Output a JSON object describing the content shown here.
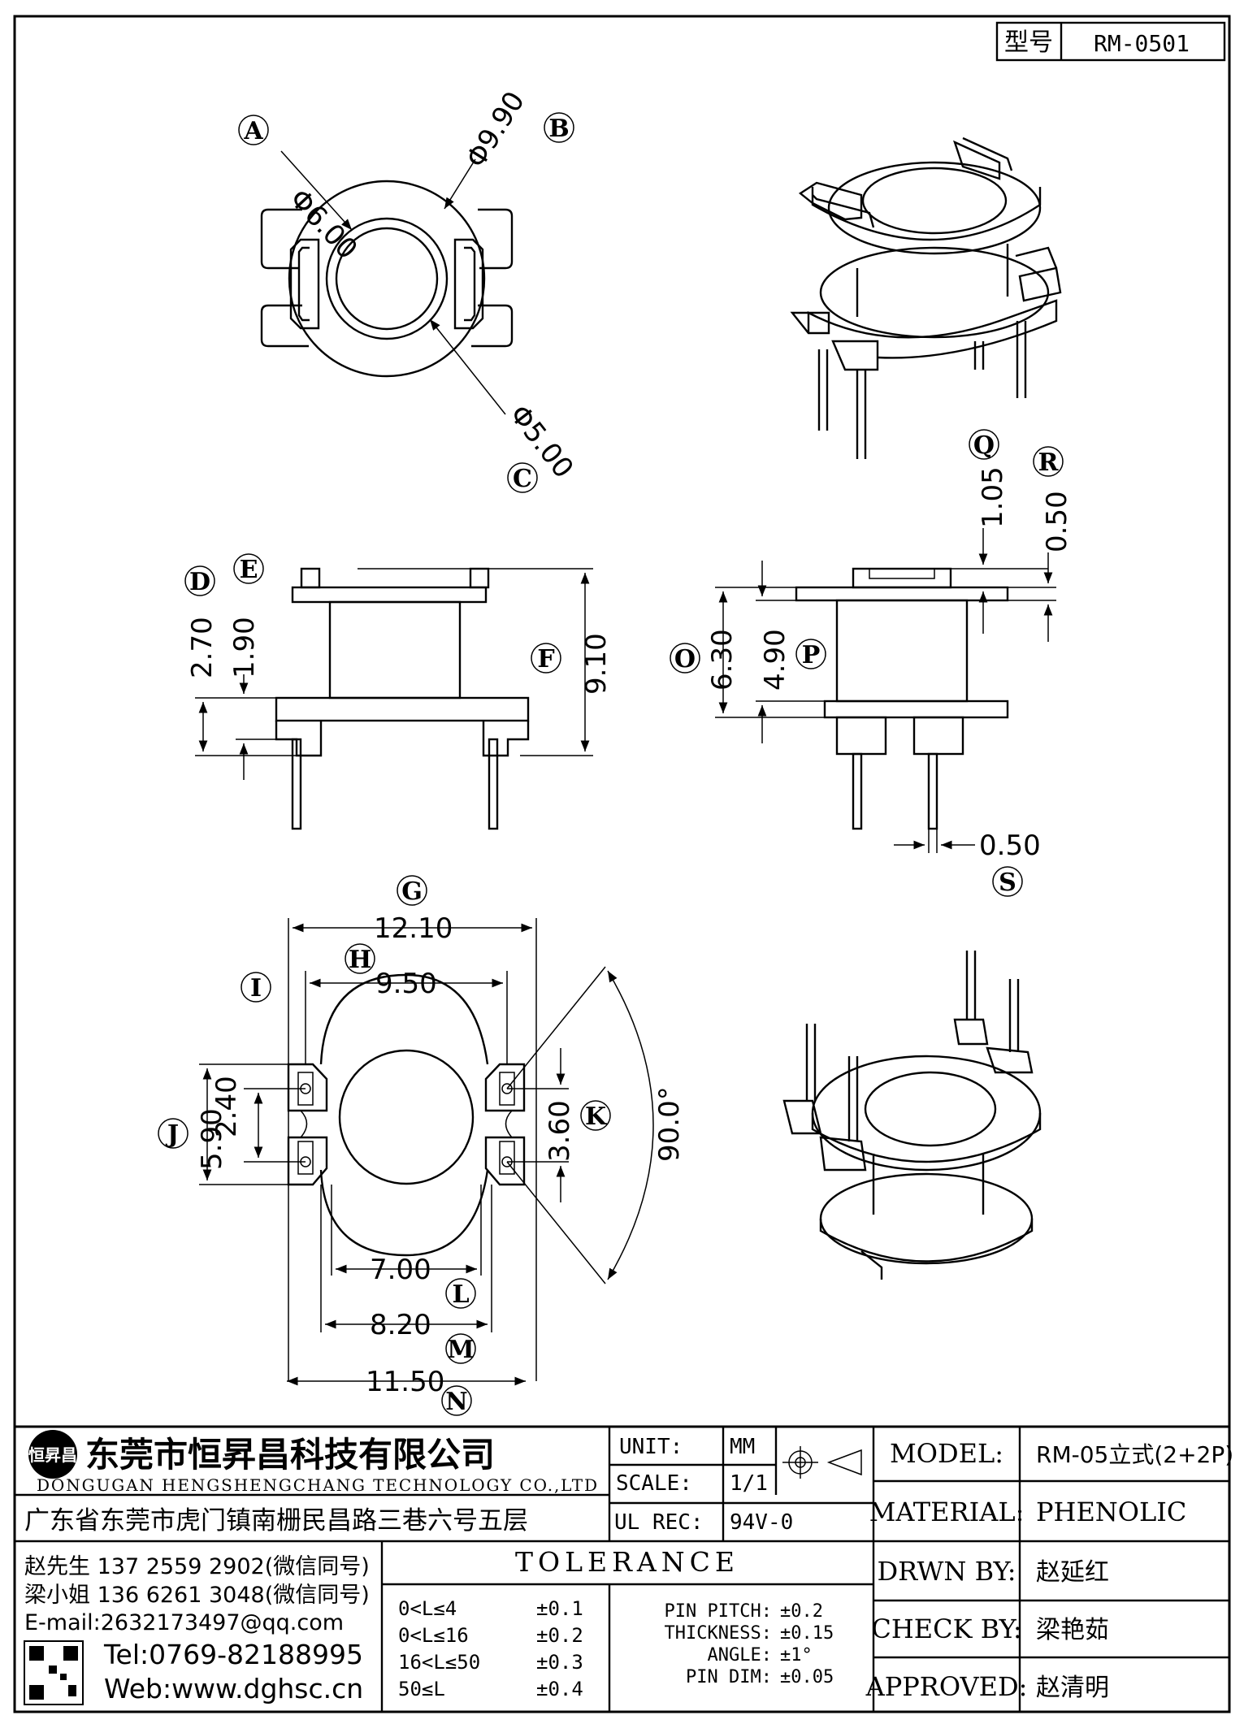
{
  "model_box": {
    "label": "型号",
    "value": "RM-0501"
  },
  "labels": {
    "A": "A",
    "B": "B",
    "C": "C",
    "D": "D",
    "E": "E",
    "F": "F",
    "G": "G",
    "H": "H",
    "I": "I",
    "J": "J",
    "K": "K",
    "L": "L",
    "M": "M",
    "N": "N",
    "O": "O",
    "P": "P",
    "Q": "Q",
    "R": "R",
    "S": "S"
  },
  "dims": {
    "A": "Φ6.00",
    "B": "Φ9.90",
    "C": "Φ5.00",
    "D": "2.70",
    "E": "1.90",
    "F": "9.10",
    "O": "6.30",
    "P": "4.90",
    "Q": "1.05",
    "R": "0.50",
    "S": "0.50",
    "G": "12.10",
    "H": "9.50",
    "I": "2.40",
    "J": "5.90",
    "K": "3.60",
    "L": "7.00",
    "M": "8.20",
    "N": "11.50",
    "angle": "90.0°"
  },
  "company": {
    "name_cn": "东莞市恒昇昌科技有限公司",
    "name_en": "DONGUGAN HENGSHENGCHANG TECHNOLOGY CO.,LTD",
    "address": "广东省东莞市虎门镇南栅民昌路三巷六号五层",
    "contact1": "赵先生 137 2559 2902(微信同号)",
    "contact2": "梁小姐 136 6261 3048(微信同号)",
    "email": "E-mail:2632173497@qq.com",
    "tel": "Tel:0769-82188995",
    "web": "Web:www.dghsc.cn",
    "logo_text": "恒昇昌"
  },
  "title_block": {
    "unit_label": "UNIT:",
    "unit_value": "MM",
    "scale_label": "SCALE:",
    "scale_value": "1/1",
    "ulrec_label": "UL REC:",
    "ulrec_value": "94V-0",
    "model_label": "MODEL:",
    "model_value": "RM-05立式(2+2P)",
    "material_label": "MATERIAL:",
    "material_value": "PHENOLIC",
    "drwn_label": "DRWN BY:",
    "drwn_value": "赵延红",
    "check_label": "CHECK BY:",
    "check_value": "梁艳茹",
    "approved_label": "APPROVED:",
    "approved_value": "赵清明"
  },
  "tolerance": {
    "title": "TOLERANCE",
    "rows": [
      {
        "range": "0<L≤4",
        "tol": "±0.1"
      },
      {
        "range": "0<L≤16",
        "tol": "±0.2"
      },
      {
        "range": "16<L≤50",
        "tol": "±0.3"
      },
      {
        "range": "50≤L",
        "tol": "±0.4"
      }
    ],
    "items": [
      {
        "label": "PIN PITCH:",
        "tol": "±0.2"
      },
      {
        "label": "THICKNESS:",
        "tol": "±0.15"
      },
      {
        "label": "ANGLE:",
        "tol": "±1°"
      },
      {
        "label": "PIN DIM:",
        "tol": "±0.05"
      }
    ]
  }
}
